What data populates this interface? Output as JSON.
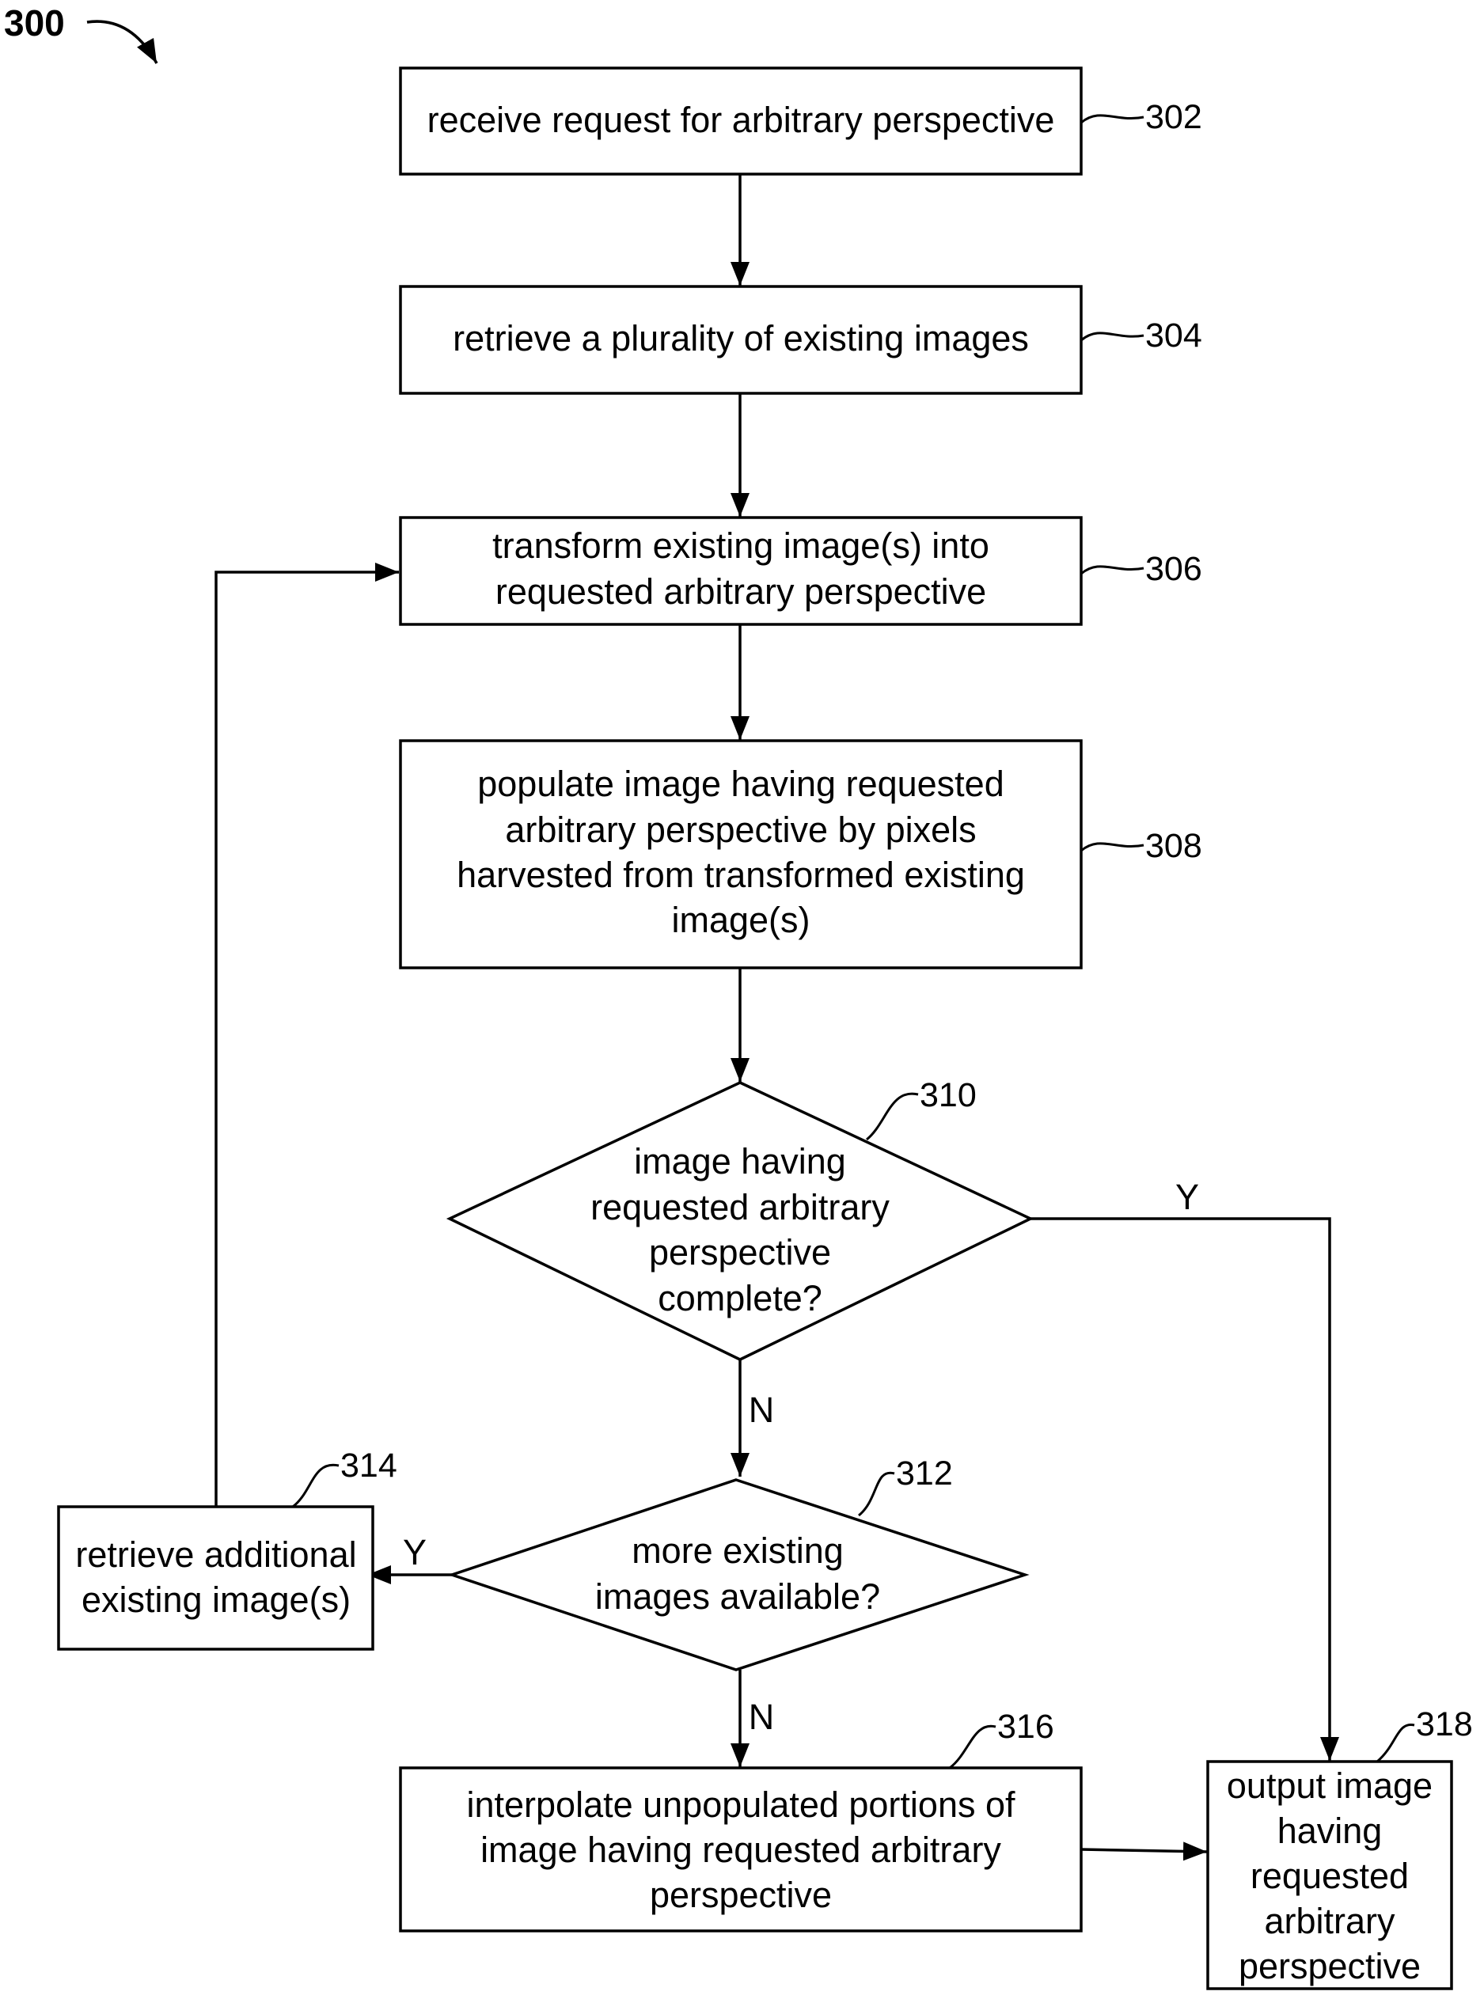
{
  "figure": {
    "number": "300"
  },
  "nodes": {
    "n302": {
      "ref": "302",
      "lines": [
        "receive request for arbitrary perspective"
      ]
    },
    "n304": {
      "ref": "304",
      "lines": [
        "retrieve a plurality of existing images"
      ]
    },
    "n306": {
      "ref": "306",
      "lines": [
        "transform existing image(s) into",
        "requested arbitrary perspective"
      ]
    },
    "n308": {
      "ref": "308",
      "lines": [
        "populate image having requested",
        "arbitrary perspective by pixels",
        "harvested from transformed existing",
        "image(s)"
      ]
    },
    "n310": {
      "ref": "310",
      "lines": [
        "image having",
        "requested arbitrary",
        "perspective",
        "complete?"
      ]
    },
    "n312": {
      "ref": "312",
      "lines": [
        "more existing",
        "images available?"
      ]
    },
    "n314": {
      "ref": "314",
      "lines": [
        "retrieve additional",
        "existing image(s)"
      ]
    },
    "n316": {
      "ref": "316",
      "lines": [
        "interpolate unpopulated portions of",
        "image having requested arbitrary",
        "perspective"
      ]
    },
    "n318": {
      "ref": "318",
      "lines": [
        "output image",
        "having",
        "requested",
        "arbitrary",
        "perspective"
      ]
    }
  },
  "edge_labels": {
    "n310_yes": "Y",
    "n310_no": "N",
    "n312_yes": "Y",
    "n312_no": "N"
  }
}
